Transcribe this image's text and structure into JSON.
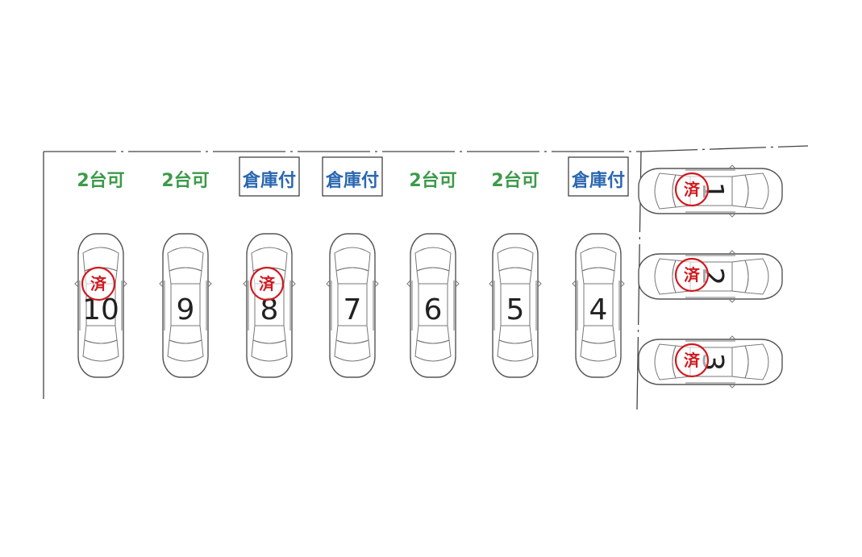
{
  "labels": {
    "two_cars": "2台可",
    "with_storage": "倉庫付"
  },
  "stamp_text": "済",
  "colors": {
    "two_cars": "#3c9a4a",
    "with_storage": "#2a67b1",
    "stamp": "#d0191f"
  },
  "vertical_spaces": [
    {
      "number": "10",
      "label": "2台可",
      "label_kind": "two_cars",
      "boxed": false,
      "taken": true
    },
    {
      "number": "9",
      "label": "2台可",
      "label_kind": "two_cars",
      "boxed": false,
      "taken": false
    },
    {
      "number": "8",
      "label": "倉庫付",
      "label_kind": "with_storage",
      "boxed": true,
      "taken": true
    },
    {
      "number": "7",
      "label": "倉庫付",
      "label_kind": "with_storage",
      "boxed": true,
      "taken": false
    },
    {
      "number": "6",
      "label": "2台可",
      "label_kind": "two_cars",
      "boxed": false,
      "taken": false
    },
    {
      "number": "5",
      "label": "2台可",
      "label_kind": "two_cars",
      "boxed": false,
      "taken": false
    },
    {
      "number": "4",
      "label": "倉庫付",
      "label_kind": "with_storage",
      "boxed": true,
      "taken": false
    }
  ],
  "horizontal_spaces": [
    {
      "number": "1",
      "taken": true
    },
    {
      "number": "2",
      "taken": true
    },
    {
      "number": "3",
      "taken": true
    }
  ]
}
